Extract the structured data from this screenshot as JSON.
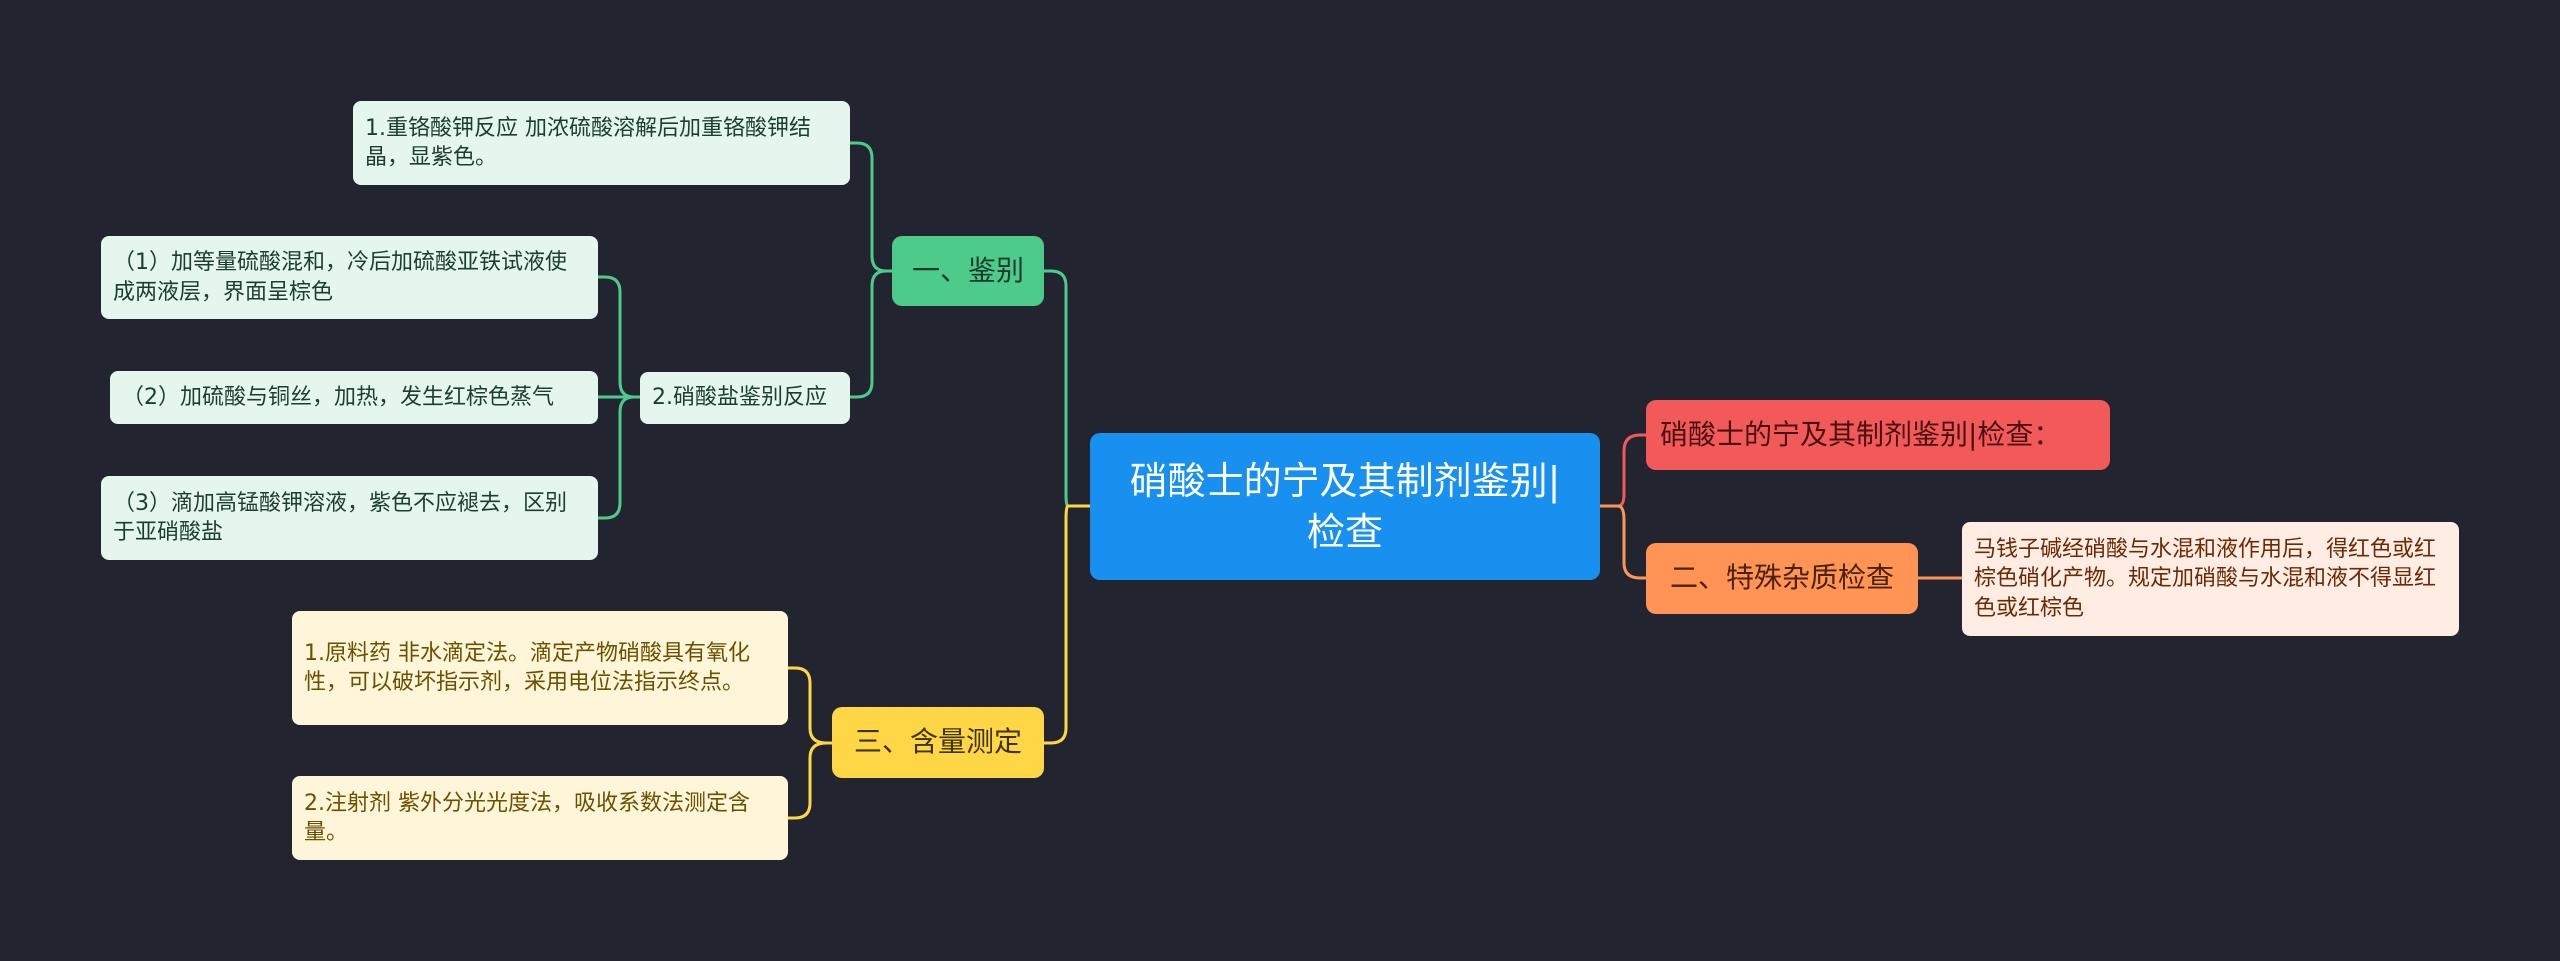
{
  "root": {
    "text": "硝酸士的宁及其制剂鉴别|检查"
  },
  "branches": {
    "identify": {
      "label": "一、鉴别",
      "items": {
        "dichromate": "1.重铬酸钾反应 加浓硫酸溶解后加重铬酸钾结晶，显紫色。",
        "nitrate": {
          "label": "2.硝酸盐鉴别反应",
          "items": [
            "（1）加等量硫酸混和，冷后加硫酸亚铁试液使成两液层，界面呈棕色",
            "（2）加硫酸与铜丝，加热，发生红棕色蒸气",
            "（3）滴加高锰酸钾溶液，紫色不应褪去，区别于亚硝酸盐"
          ]
        }
      }
    },
    "assay": {
      "label": "三、含量测定",
      "items": [
        "1.原料药 非水滴定法。滴定产物硝酸具有氧化性，可以破坏指示剂，采用电位法指示终点。",
        "2.注射剂 紫外分光光度法，吸收系数法测定含量。"
      ]
    },
    "check": {
      "label": "硝酸士的宁及其制剂鉴别|检查："
    },
    "impurity": {
      "label": "二、特殊杂质检查",
      "detail": "马钱子碱经硝酸与水混和液作用后，得红色或红棕色硝化产物。规定加硝酸与水混和液不得显红色或红棕色"
    }
  },
  "colors": {
    "background": "#222530",
    "root": "#1890F0",
    "green": "#4CCB8B",
    "yellow": "#FFD645",
    "red": "#F25A5A",
    "orange": "#FF9454"
  }
}
